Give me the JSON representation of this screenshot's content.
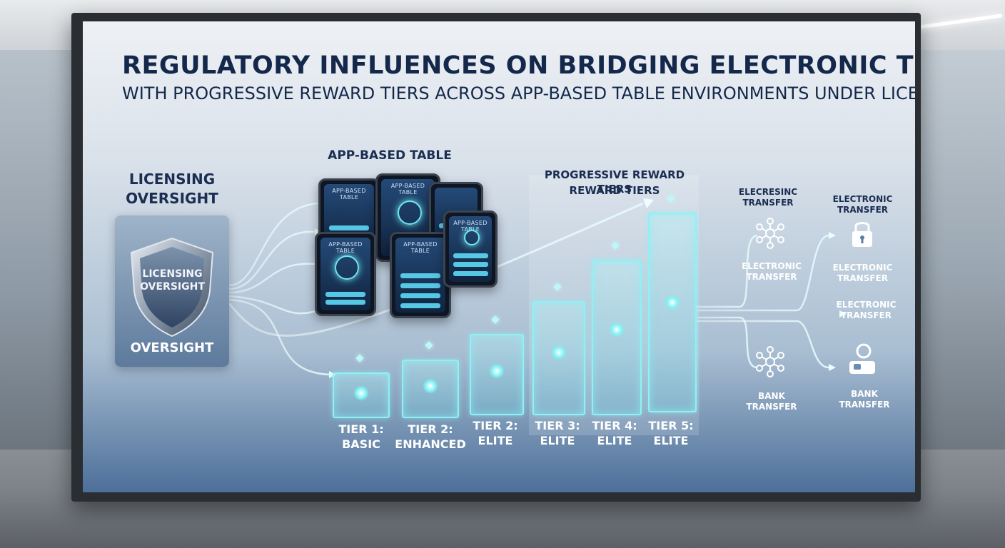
{
  "colors": {
    "title": "#14284b",
    "glow": "#8ff1f4",
    "screen_bottom": "#4c6f99"
  },
  "header": {
    "title": "REGULATORY INFLUENCES ON BRIDGING ELECTRONIC TRANSFERS",
    "subtitle": "WITH PROGRESSIVE REWARD TIERS ACROSS APP-BASED TABLE ENVIRONMENTS UNDER LICENSING OVERSIGHT"
  },
  "licensing": {
    "label_line1": "LICENSING",
    "label_line2": "OVERSIGHT",
    "shield_line1": "LICENSING",
    "shield_line2": "OVERSIGHT",
    "bottom": "OVERSIGHT",
    "icon": "shield-icon"
  },
  "app_table": {
    "label": "APP-BASED TABLE",
    "tablets": [
      {
        "title": "APP-BASED TABLE"
      },
      {
        "title": "APP-BASED TABLE"
      },
      {
        "title": "APP-BASED TABLE"
      },
      {
        "title": "APP-BASED TABLE"
      },
      {
        "title": "APP-BASED TABLE"
      },
      {
        "title": ""
      }
    ]
  },
  "rewards": {
    "label": "PROGRESSIVE REWARD TIERS",
    "sublabel": "REWARD TIERS",
    "tiers": [
      {
        "line1": "TIER 1:",
        "line2": "BASIC",
        "level": 1
      },
      {
        "line1": "TIER 2:",
        "line2": "ENHANCED",
        "level": 2
      },
      {
        "line1": "TIER 2:",
        "line2": "ELITE",
        "level": 3
      },
      {
        "line1": "TIER 3:",
        "line2": "ELITE",
        "level": 4
      },
      {
        "line1": "TIER 4:",
        "line2": "ELITE",
        "level": 5
      },
      {
        "line1": "TIER 5:",
        "line2": "ELITE",
        "level": 6
      }
    ]
  },
  "transfers": {
    "top_left_header_line1": "ELECRESINC",
    "top_left_header_line2": "TRANSFER",
    "top_right_header_line1": "ELECTRONIC",
    "top_right_header_line2": "TRANSFER",
    "network_top_label_line1": "ELECTRONIC",
    "network_top_label_line2": "TRANSFER",
    "lock_label_line1": "ELECTRONIC",
    "lock_label_line2": "TRANSFER",
    "middle_label_line1": "ELECTRONIC",
    "middle_label_line2": "TRANSFER",
    "bank_left_label_line1": "BANK",
    "bank_left_label_line2": "TRANSFER",
    "bank_right_label_line1": "BANK",
    "bank_right_label_line2": "TRANSFER",
    "icons": [
      "network-icon",
      "lock-icon",
      "network-icon",
      "bank-user-icon"
    ]
  }
}
